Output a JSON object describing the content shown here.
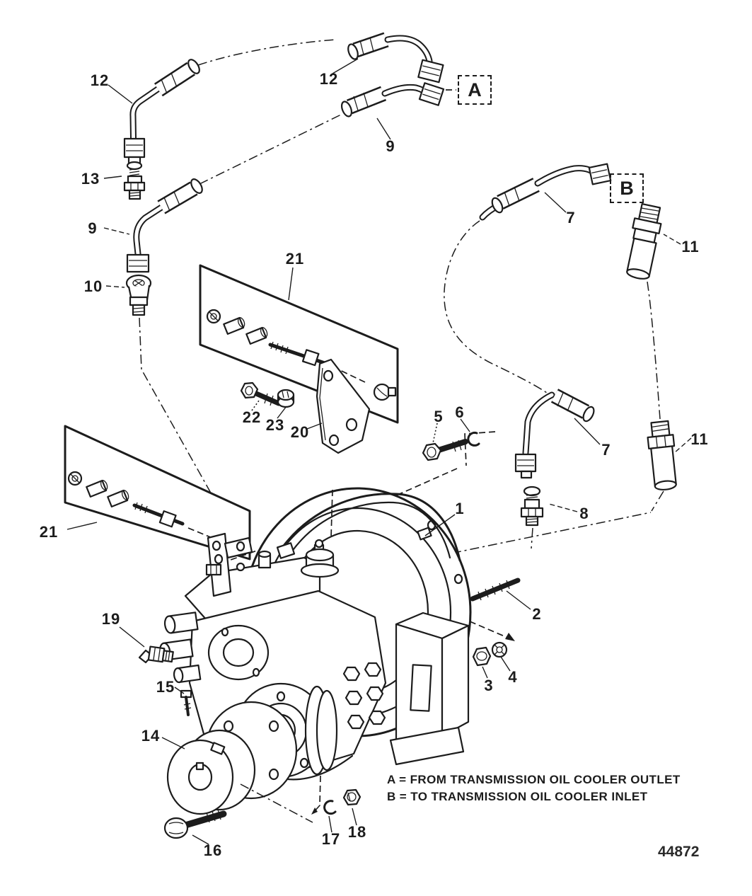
{
  "diagram": {
    "figure_number": "44872",
    "legend": {
      "line_a": "A = FROM TRANSMISSION OIL COOLER OUTLET",
      "line_b": "B = TO TRANSMISSION OIL COOLER INLET"
    },
    "ref_boxes": [
      {
        "letter": "A"
      },
      {
        "letter": "B"
      }
    ],
    "callouts": [
      {
        "label": "12"
      },
      {
        "label": "12"
      },
      {
        "label": "9"
      },
      {
        "label": "13"
      },
      {
        "label": "9"
      },
      {
        "label": "10"
      },
      {
        "label": "7"
      },
      {
        "label": "11"
      },
      {
        "label": "21"
      },
      {
        "label": "22"
      },
      {
        "label": "23"
      },
      {
        "label": "20"
      },
      {
        "label": "5"
      },
      {
        "label": "6"
      },
      {
        "label": "7"
      },
      {
        "label": "11"
      },
      {
        "label": "21"
      },
      {
        "label": "1"
      },
      {
        "label": "8"
      },
      {
        "label": "2"
      },
      {
        "label": "19"
      },
      {
        "label": "3"
      },
      {
        "label": "4"
      },
      {
        "label": "15"
      },
      {
        "label": "14"
      },
      {
        "label": "16"
      },
      {
        "label": "17"
      },
      {
        "label": "18"
      }
    ]
  }
}
